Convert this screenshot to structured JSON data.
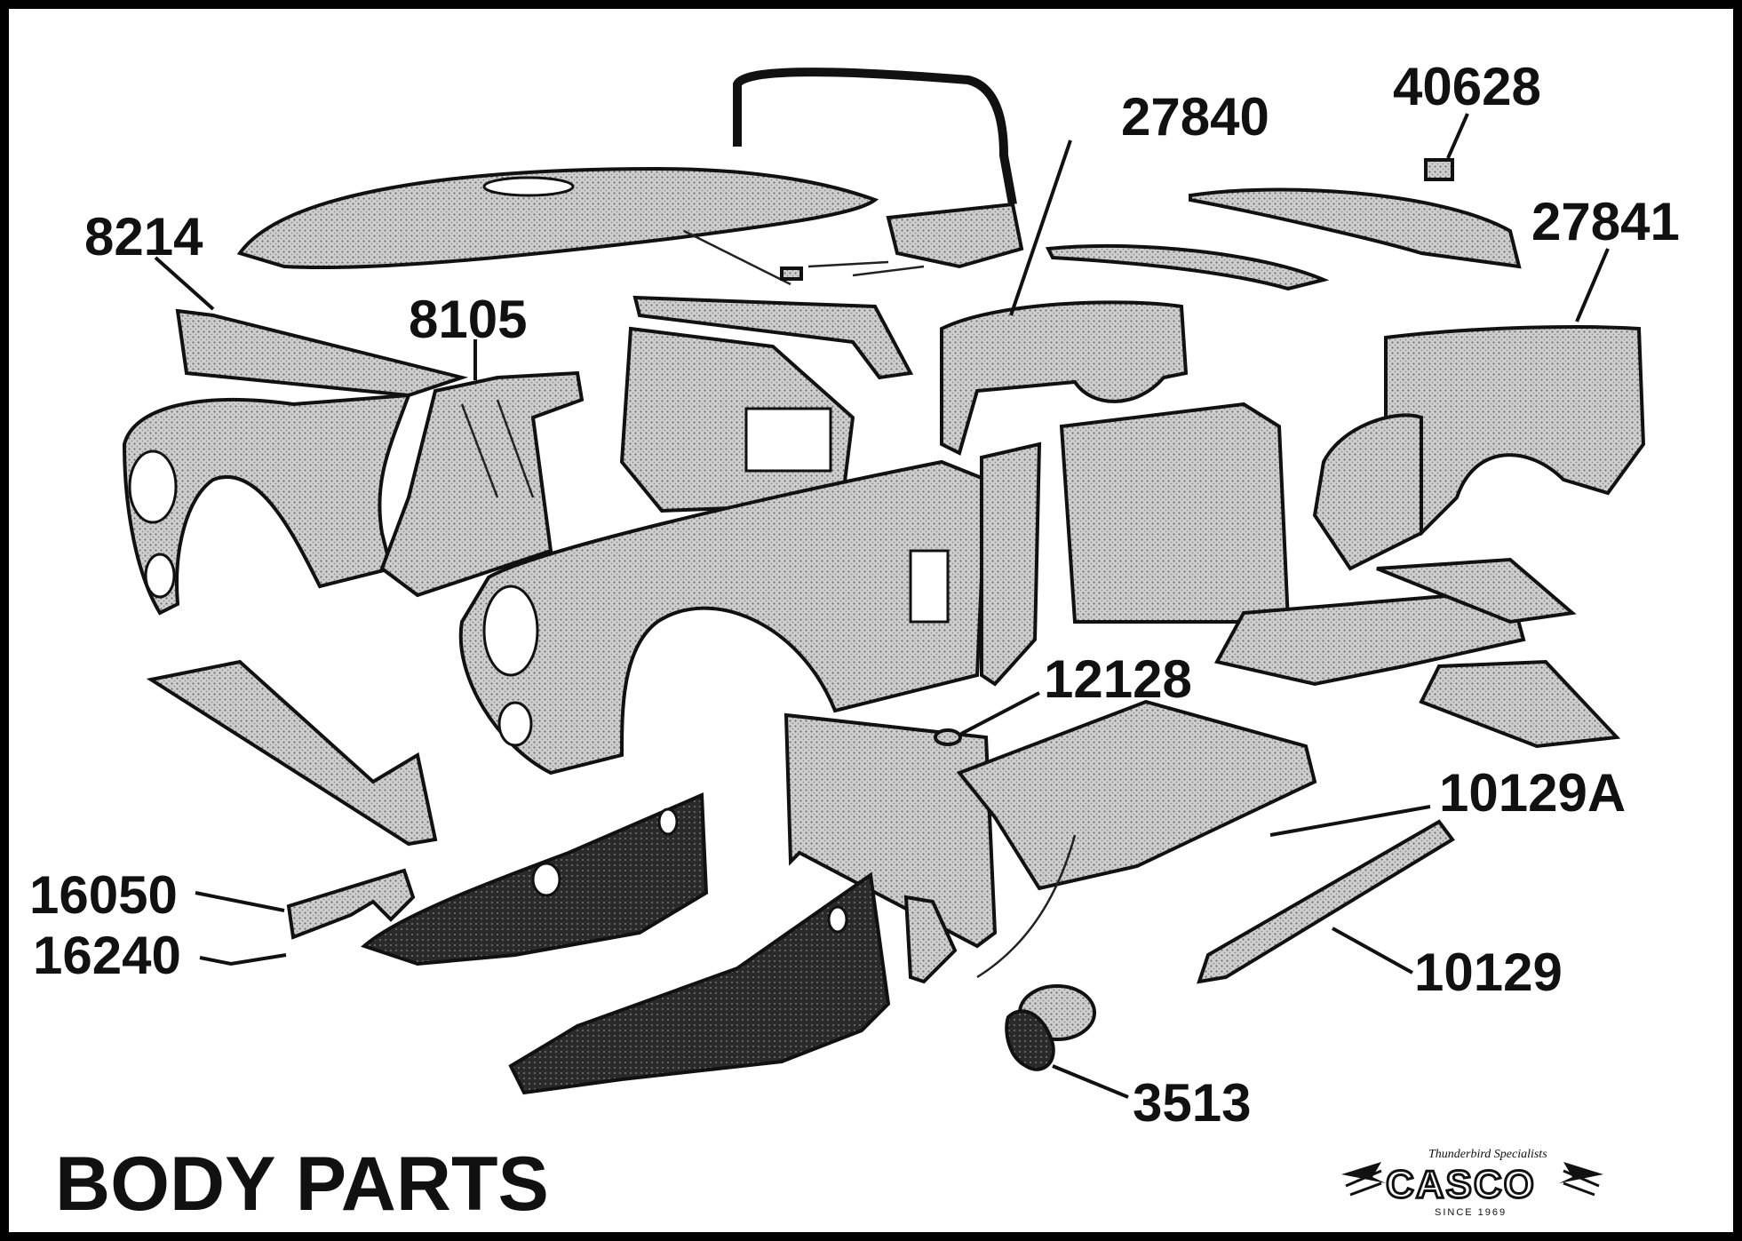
{
  "diagram": {
    "title": "BODY PARTS",
    "callouts": [
      {
        "id": "roof",
        "label": "8214"
      },
      {
        "id": "cowl",
        "label": "8105"
      },
      {
        "id": "rear-quarter-left",
        "label": "27840"
      },
      {
        "id": "small-bracket",
        "label": "40628"
      },
      {
        "id": "rear-quarter-right",
        "label": "27841"
      },
      {
        "id": "grommet",
        "label": "12128"
      },
      {
        "id": "floor-pan",
        "label": "10129A"
      },
      {
        "id": "rocker-panel",
        "label": "10129"
      },
      {
        "id": "inner-panel-1",
        "label": "16050"
      },
      {
        "id": "inner-panel-2",
        "label": "16240"
      },
      {
        "id": "plate",
        "label": "3513"
      }
    ]
  },
  "logo": {
    "script": "Thunderbird Specialists",
    "word": "CASCO",
    "since": "SINCE 1969"
  }
}
